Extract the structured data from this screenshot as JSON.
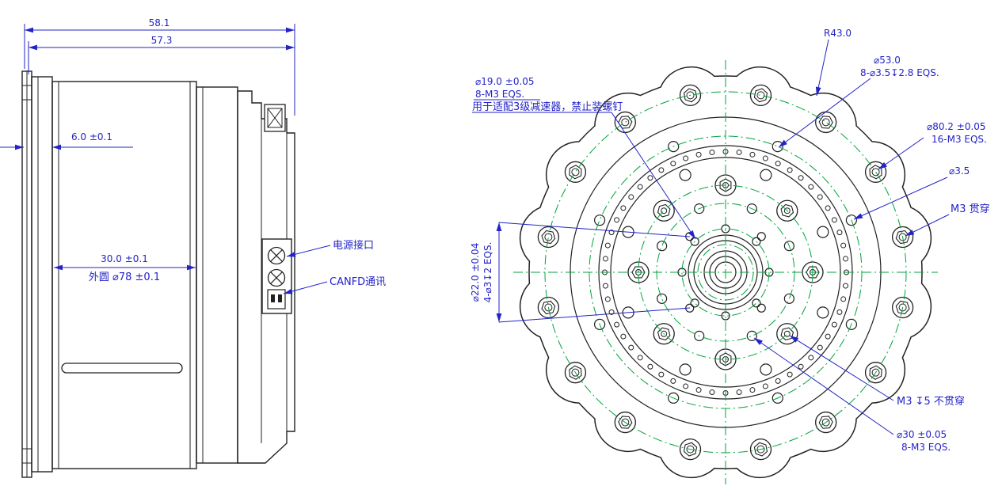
{
  "colors": {
    "dimension_blue": "#2323c8",
    "outline_black": "#222222",
    "centerline_green": "#00a33c"
  },
  "side_view": {
    "width_total": "58.1",
    "width_inner": "57.3",
    "flange_thickness": "6.0 ±0.1",
    "body_length": "30.0 ±0.1",
    "body_outer": "外圆 ⌀78 ±0.1",
    "power_label": "电源接口",
    "canfd_label": "CANFD通讯"
  },
  "front_view": {
    "outer_radius": "R43.0",
    "bc53_dia": "⌀53.0",
    "bc53_holes": "8-⌀3.5↧2.8 EQS.",
    "bc19_dia": "⌀19.0 ±0.05",
    "bc19_holes": "8-M3 EQS.",
    "bc19_note": "用于适配3级减速器，禁止装螺钉",
    "bc80_dia": "⌀80.2 ±0.05",
    "bc80_holes": "16-M3 EQS.",
    "hole_dia": "⌀3.5",
    "m3_through": "M3 贯穿",
    "bc22_dia": "⌀22.0 ±0.04",
    "bc22_holes": "4-⌀3↧2 EQS.",
    "m3_blind": "M3 ↧5 不贯穿",
    "bc30_dia": "⌀30 ±0.05",
    "bc30_holes": "8-M3 EQS."
  }
}
